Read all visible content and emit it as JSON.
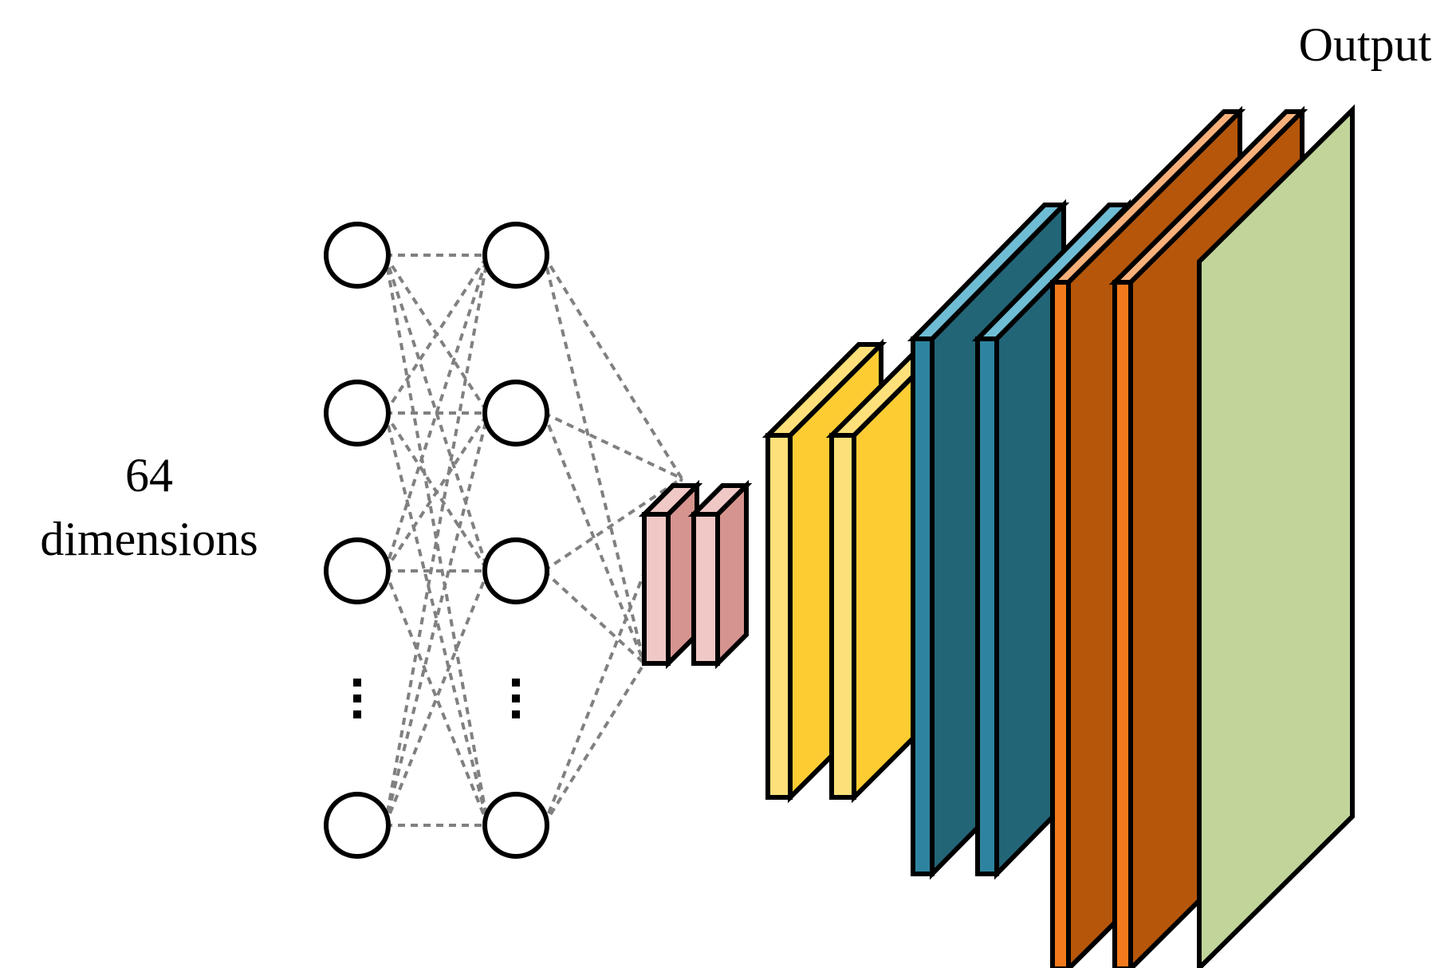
{
  "labels": {
    "input_line1": "64",
    "input_line2": "dimensions",
    "output": "Output"
  },
  "nodes": {
    "input_layer_count_shown": 4,
    "hidden_layer_count_shown": 4,
    "ellipsis": "⋮"
  },
  "colors": {
    "node_stroke": "#000000",
    "connection": "#808080",
    "pink_front": "#f0c8c6",
    "pink_side": "#d6948f",
    "yellow_front": "#fde07a",
    "yellow_side": "#fdcc33",
    "blue_front": "#2e84a0",
    "blue_side": "#226576",
    "blue_top": "#6fbdd4",
    "orange_front": "#f27a1c",
    "orange_side": "#b5560a",
    "orange_top": "#f7b07a",
    "green": "#c1d49a"
  }
}
